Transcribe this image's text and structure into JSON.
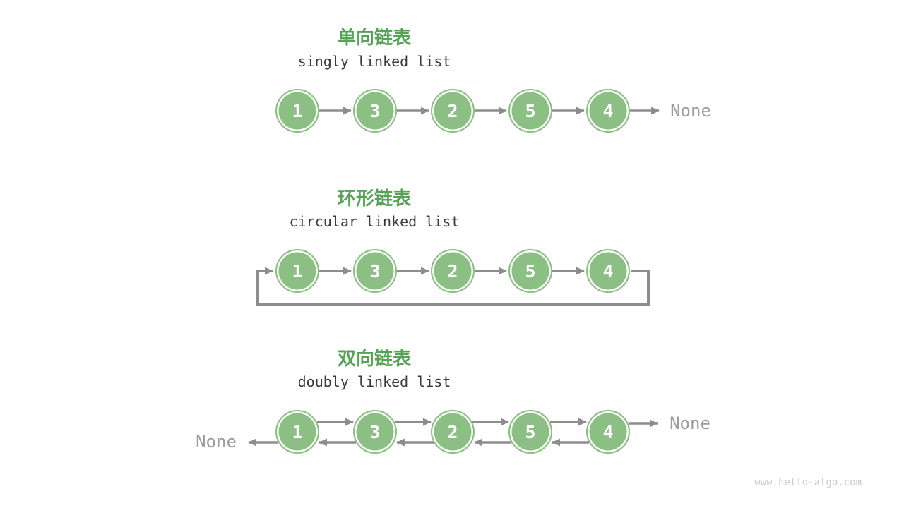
{
  "watermark": "www.hello-algo.com",
  "colors": {
    "node_fill_green": "#8cbf84",
    "node_text": "#ffffff",
    "title_green": "#56a355",
    "subtitle_dark": "#3a3a3a",
    "arrow_gray": "#8d8d8d",
    "none_gray": "#9c9c9c",
    "watermark_gray": "#cbcbcb"
  },
  "sections": [
    {
      "id": "singly",
      "title_zh": "单向链表",
      "title_en": "singly linked list",
      "nodes": [
        "1",
        "3",
        "2",
        "5",
        "4"
      ],
      "tail_label": "None"
    },
    {
      "id": "circular",
      "title_zh": "环形链表",
      "title_en": "circular linked list",
      "nodes": [
        "1",
        "3",
        "2",
        "5",
        "4"
      ]
    },
    {
      "id": "doubly",
      "title_zh": "双向链表",
      "title_en": "doubly linked list",
      "nodes": [
        "1",
        "3",
        "2",
        "5",
        "4"
      ],
      "head_label": "None",
      "tail_label": "None"
    }
  ]
}
